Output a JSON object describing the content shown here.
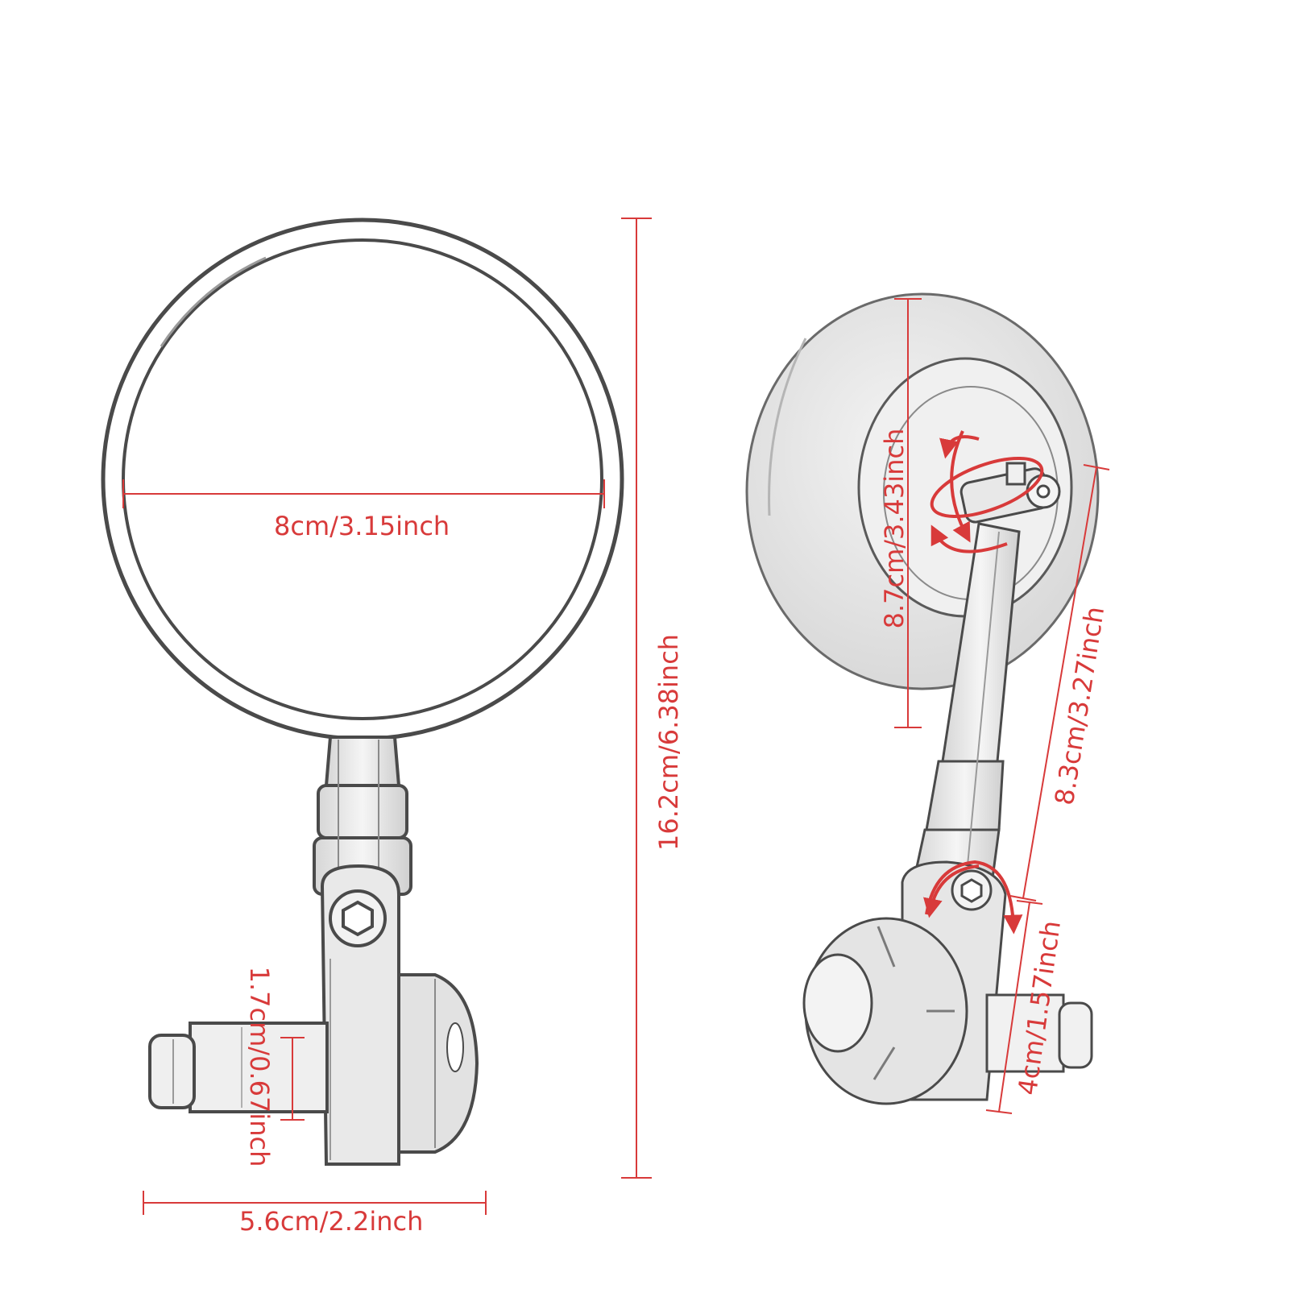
{
  "colors": {
    "dimension_red": "#d83a3a",
    "outline": "#4a4a4a",
    "metal_light": "#e6e6e6",
    "metal_mid": "#c8c8c8",
    "background": "#ffffff"
  },
  "front_view": {
    "mirror_diameter": "8cm/3.15inch",
    "total_height": "16.2cm/6.38inch",
    "bar_end_width": "5.6cm/2.2inch",
    "bar_end_diameter": "1.7cm/0.67inch"
  },
  "side_view": {
    "mirror_head": "8.7cm/3.43inch",
    "arm_length": "8.3cm/3.27inch",
    "clamp_length": "4cm/1.57inch"
  },
  "icons": {
    "rotate_head": "rotation-arrows-icon",
    "rotate_joint": "joint-rotation-arrows-icon",
    "bolt": "hex-bolt-icon"
  }
}
